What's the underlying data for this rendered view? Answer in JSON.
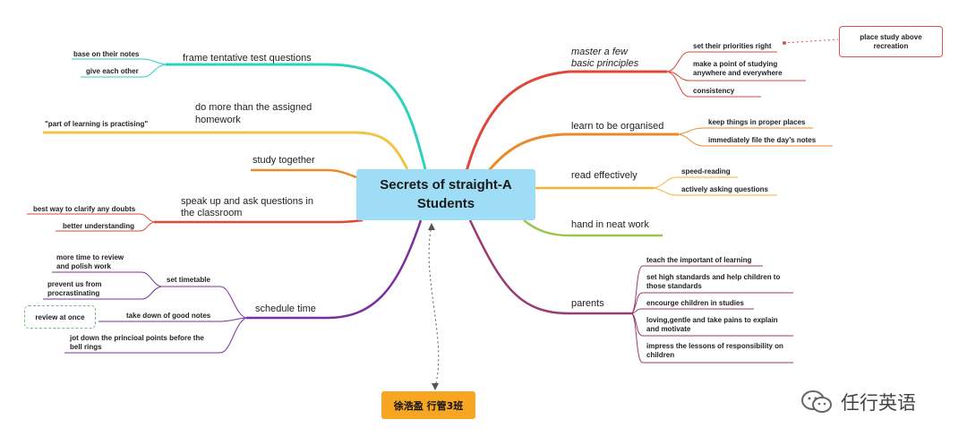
{
  "central": {
    "line1": "Secrets of straight-A",
    "line2": "Students"
  },
  "author": "徐浩盈 行管3班",
  "brand": "任行英语",
  "branches": {
    "master": {
      "line1": "master  a few",
      "line2": "basic principles",
      "children": [
        "set their priorities right",
        "make a point of studying",
        "anywhere and everywhere",
        "consistency"
      ],
      "note": {
        "line1": "place study above",
        "line2": "recreation"
      }
    },
    "organised": {
      "label": "learn to be organised",
      "children": [
        "keep things in proper places",
        "immediately file the day’s notes"
      ]
    },
    "read": {
      "label": "read effectively",
      "children": [
        "speed-reading",
        "actively asking questions"
      ]
    },
    "neat": {
      "label": "hand in neat work"
    },
    "parents": {
      "label": "parents",
      "children": [
        "teach the important of learning",
        "set high standards and help children to",
        "those standards",
        "encourge children in studies",
        "loving,gentle and take pains to explain",
        "and motivate",
        "impress the lessons of responsibility on",
        "children"
      ]
    },
    "frame": {
      "label": "frame tentative test questions",
      "children": [
        "base on their notes",
        "give each other"
      ]
    },
    "domore": {
      "line1": "do more than the assigned",
      "line2": "homework",
      "children": [
        "\"part of  learning is practising\""
      ]
    },
    "together": {
      "label": "study together"
    },
    "speak": {
      "line1": "speak up and ask questions in",
      "line2": "the classroom",
      "children": [
        "best way to clarify any doubts",
        "better understanding"
      ]
    },
    "schedule": {
      "label": "schedule time",
      "timetable": {
        "label": "set timetable",
        "children": [
          "more time to review",
          "and polish work",
          "prevent us from",
          "procrastinating"
        ]
      },
      "goodnotes": {
        "label": "take down of good notes",
        "note": "review at once"
      },
      "jot": {
        "line1": "jot down the princioal points before the",
        "line2": "bell rings"
      }
    }
  },
  "colors": {
    "central_fill": "#9fdcf5",
    "master": "#e0463a",
    "organised": "#ea8a2a",
    "read": "#f2b530",
    "neat": "#98c54a",
    "parents": "#9b3a72",
    "frame": "#2ed1be",
    "domore": "#f2c445",
    "together": "#ea8a2a",
    "speak": "#e0463a",
    "schedule": "#7a2f9c",
    "author_fill": "#f6a623"
  }
}
